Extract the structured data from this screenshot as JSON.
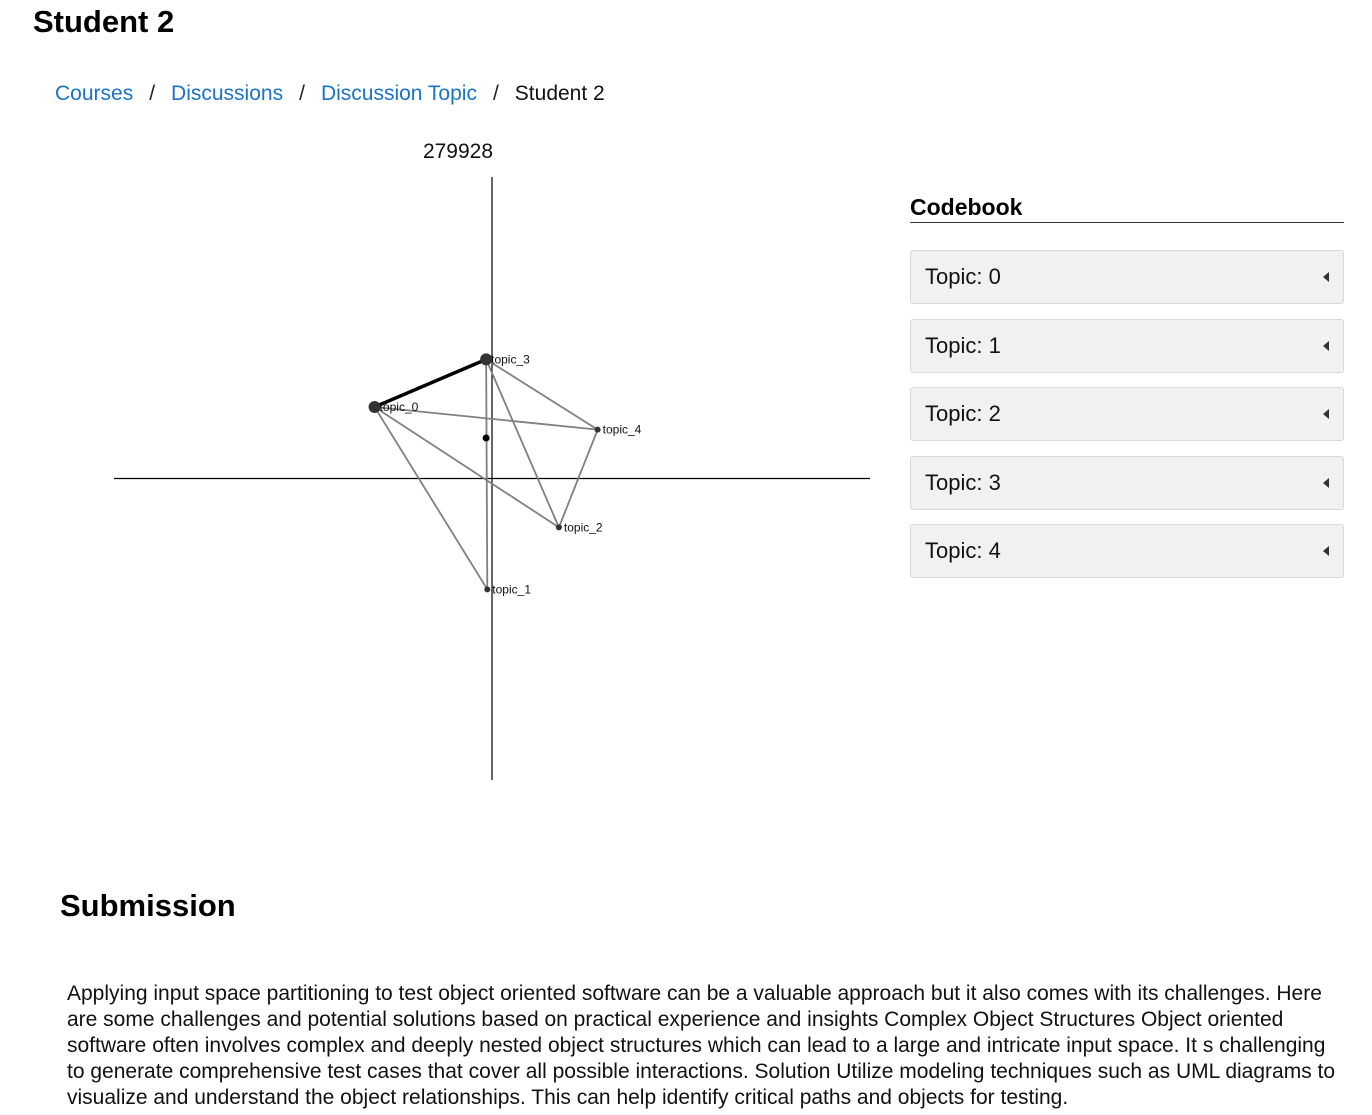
{
  "page": {
    "title": "Student 2"
  },
  "breadcrumb": {
    "items": [
      {
        "label": "Courses"
      },
      {
        "label": "Discussions"
      },
      {
        "label": "Discussion Topic"
      }
    ],
    "separator": "/",
    "current": "Student 2"
  },
  "chart_data": {
    "type": "scatter",
    "title": "279928",
    "xlabel": "",
    "ylabel": "",
    "grid": false,
    "legend": "none",
    "nodes": [
      {
        "name": "topic_0",
        "x": -1.0,
        "y": 0.6,
        "size": "large"
      },
      {
        "name": "topic_1",
        "x": -0.04,
        "y": -0.93,
        "size": "small"
      },
      {
        "name": "topic_2",
        "x": 0.57,
        "y": -0.41,
        "size": "small"
      },
      {
        "name": "topic_3",
        "x": -0.05,
        "y": 1.0,
        "size": "large"
      },
      {
        "name": "topic_4",
        "x": 0.9,
        "y": 0.41,
        "size": "small"
      }
    ],
    "centroid": {
      "x": -0.05,
      "y": 0.34
    },
    "edges": [
      {
        "from": "topic_0",
        "to": "topic_3",
        "weight": "strong"
      },
      {
        "from": "topic_0",
        "to": "topic_4",
        "weight": "normal"
      },
      {
        "from": "topic_0",
        "to": "topic_2",
        "weight": "normal"
      },
      {
        "from": "topic_0",
        "to": "topic_1",
        "weight": "normal"
      },
      {
        "from": "topic_3",
        "to": "topic_4",
        "weight": "normal"
      },
      {
        "from": "topic_3",
        "to": "topic_2",
        "weight": "normal"
      },
      {
        "from": "topic_3",
        "to": "topic_1",
        "weight": "normal"
      },
      {
        "from": "topic_4",
        "to": "topic_2",
        "weight": "normal"
      }
    ],
    "xlim": [
      -3.22,
      3.22
    ],
    "ylim": [
      -2.53,
      2.53
    ],
    "colors": {
      "axis": "#000000",
      "edge": "#808080",
      "strong_edge": "#000000",
      "node": "#333333"
    }
  },
  "codebook": {
    "title": "Codebook",
    "topics": [
      {
        "label": "Topic: 0",
        "icon": "caret-left-icon"
      },
      {
        "label": "Topic: 1",
        "icon": "caret-left-icon"
      },
      {
        "label": "Topic: 2",
        "icon": "caret-left-icon"
      },
      {
        "label": "Topic: 3",
        "icon": "caret-left-icon"
      },
      {
        "label": "Topic: 4",
        "icon": "caret-left-icon"
      }
    ]
  },
  "submission": {
    "title": "Submission",
    "text": "Applying input space partitioning to test object oriented software can be a valuable approach but it also comes with its challenges. Here are some challenges and potential solutions based on practical experience and insights Complex Object Structures Object oriented software often involves complex and deeply nested object structures which can lead to a large and intricate input space. It s challenging to generate comprehensive test cases that cover all possible interactions. Solution Utilize modeling techniques such as UML diagrams to visualize and understand the object relationships. This can help identify critical paths and objects for testing."
  },
  "colors": {
    "link": "#1a73c8",
    "panel": "#f1f1f1",
    "panel_border": "#d9d9d9"
  }
}
